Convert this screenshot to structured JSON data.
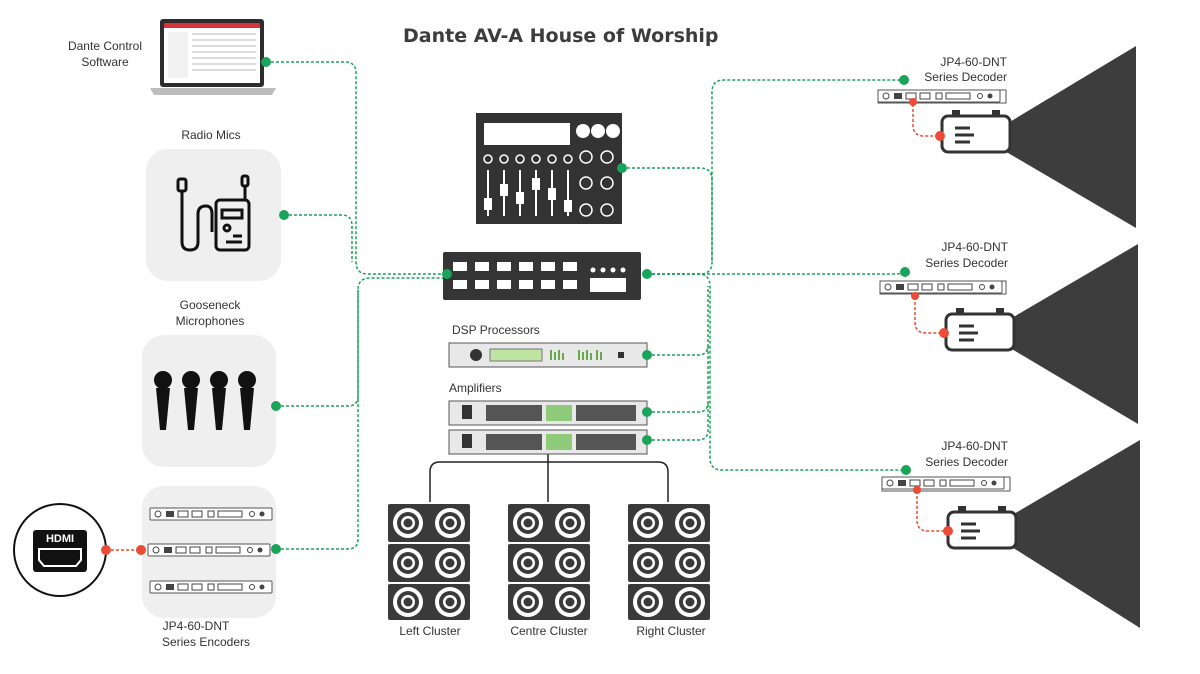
{
  "title": "Dante AV-A House of Worship",
  "labels": {
    "dante_control": [
      "Dante Control",
      "Software"
    ],
    "radio_mics": "Radio Mics",
    "gooseneck": [
      "Gooseneck",
      "Microphones"
    ],
    "encoders": [
      "JP4-60-DNT",
      "Series Encoders"
    ],
    "hdmi": "HDMI",
    "dsp": "DSP Processors",
    "amplifiers": "Amplifiers",
    "decoder_1": [
      "JP4-60-DNT",
      "Series Decoder"
    ],
    "decoder_2": [
      "JP4-60-DNT",
      "Series Decoder"
    ],
    "decoder_3": [
      "JP4-60-DNT",
      "Series Decoder"
    ],
    "left_cluster": "Left Cluster",
    "centre_cluster": "Centre Cluster",
    "right_cluster": "Right Cluster"
  },
  "colors": {
    "dante_link": "#1aa35a",
    "hdmi_link": "#ec4b35",
    "device": "#3a3a3a",
    "panel_bg": "#efefef"
  }
}
